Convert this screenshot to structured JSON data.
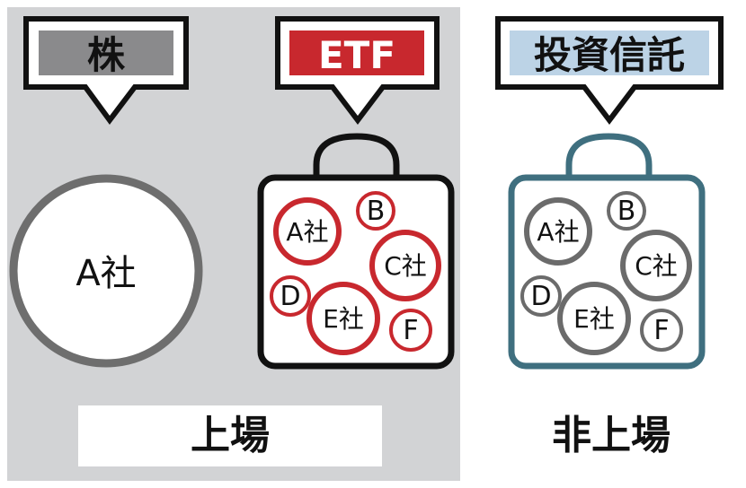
{
  "colors": {
    "background_listed": "#d2d3d5",
    "stock_tag_fill": "#8a8a8c",
    "etf_red": "#c8282e",
    "fund_tag_fill": "#bcd3e6",
    "fund_teal": "#3f6f7f",
    "stock_ring": "#6e6e6e",
    "fund_circle_gray": "#6b6b6b"
  },
  "categories": {
    "stock": {
      "tag": "株",
      "company": "A社"
    },
    "etf": {
      "tag": "ETF",
      "holdings": [
        "A社",
        "B",
        "C社",
        "D",
        "E社",
        "F"
      ]
    },
    "mutual_fund": {
      "tag": "投資信託",
      "holdings": [
        "A社",
        "B",
        "C社",
        "D",
        "E社",
        "F"
      ]
    }
  },
  "footer": {
    "listed": "上場",
    "unlisted": "非上場"
  },
  "icons": [
    "speech-tag-icon",
    "bag-icon",
    "company-circle-icon"
  ]
}
